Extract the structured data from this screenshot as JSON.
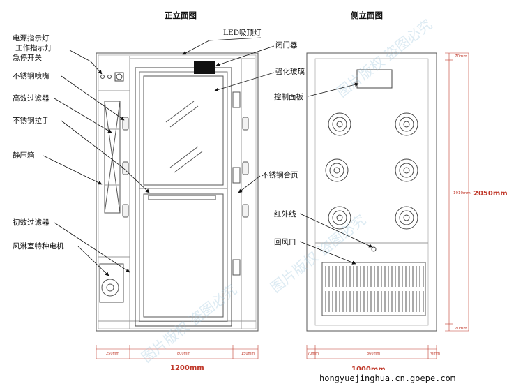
{
  "titles": {
    "front": "正立面图",
    "side": "侧立面图"
  },
  "labels_left": {
    "power": "电源指示灯",
    "work": "工作指示灯",
    "estop": "急停开关",
    "nozzle": "不锈钢喷嘴",
    "hepa": "高效过滤器",
    "handle": "不锈钢拉手",
    "plenum": "静压箱",
    "prefilter": "初效过滤器",
    "motor": "风淋室特种电机"
  },
  "labels_mid": {
    "led": "LED吸顶灯",
    "hinge": "不锈钢合页",
    "closer": "闭门器",
    "glass": "强化玻璃",
    "panel": "控制面板",
    "infrared": "红外线",
    "return": "回风口"
  },
  "dims": {
    "front_left": "250mm",
    "front_mid": "800mm",
    "front_right": "150mm",
    "front_total": "1200mm",
    "side_left": "70mm",
    "side_mid": "860mm",
    "side_right": "70mm",
    "side_total": "1000mm",
    "side_top": "70mm",
    "side_height": "1910mm",
    "side_bottom": "70mm",
    "total_height": "2050mm"
  },
  "watermark": "图片版权 盗图必究",
  "website": "hongyuejinghua.cn.goepe.com"
}
